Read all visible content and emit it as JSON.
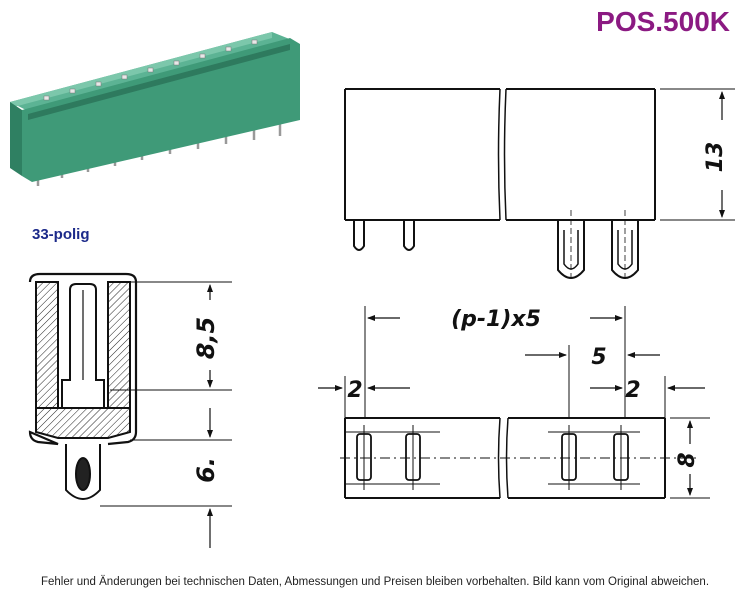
{
  "product_code": "POS.500K",
  "pole_count_label": "33-polig",
  "dimensions": {
    "height": "13",
    "upper_section": "8,5",
    "lower_section": "6.",
    "pitch_formula": "(p-1)x5",
    "pitch": "5",
    "edge_left": "2",
    "edge_right": "2",
    "width": "8"
  },
  "footer_note": "Fehler und Änderungen bei technischen Daten, Abmessungen und Preisen bleiben vorbehalten. Bild kann vom Original abweichen.",
  "colors": {
    "title": "#8b1a82",
    "pole_label": "#1c2a8a",
    "connector_green": "#3f9a78"
  }
}
